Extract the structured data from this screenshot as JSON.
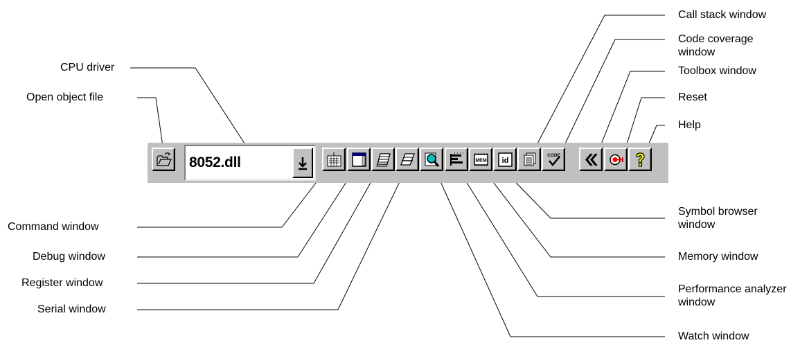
{
  "labels": {
    "cpu_driver": "CPU driver",
    "open_object_file": "Open object file",
    "call_stack_window": "Call stack window",
    "code_coverage_window": "Code coverage window",
    "toolbox_window": "Toolbox window",
    "reset": "Reset",
    "help": "Help",
    "command_window": "Command window",
    "debug_window": "Debug window",
    "register_window": "Register window",
    "serial_window": "Serial window",
    "symbol_browser_window": "Symbol browser window",
    "memory_window": "Memory window",
    "performance_analyzer_window": "Performance analyzer window",
    "watch_window": "Watch window"
  },
  "toolbar": {
    "cpu_driver_value": "8052.dll",
    "memory_icon_text": "MEM",
    "code_icon_text": "CODE",
    "symbol_icon_text": "id"
  },
  "colors": {
    "toolbar_bg": "#c0c0c0",
    "help_icon": "#ffff00",
    "reset_icon": "#ff0000",
    "watch_icon": "#008080",
    "debug_icon": "#000080"
  }
}
